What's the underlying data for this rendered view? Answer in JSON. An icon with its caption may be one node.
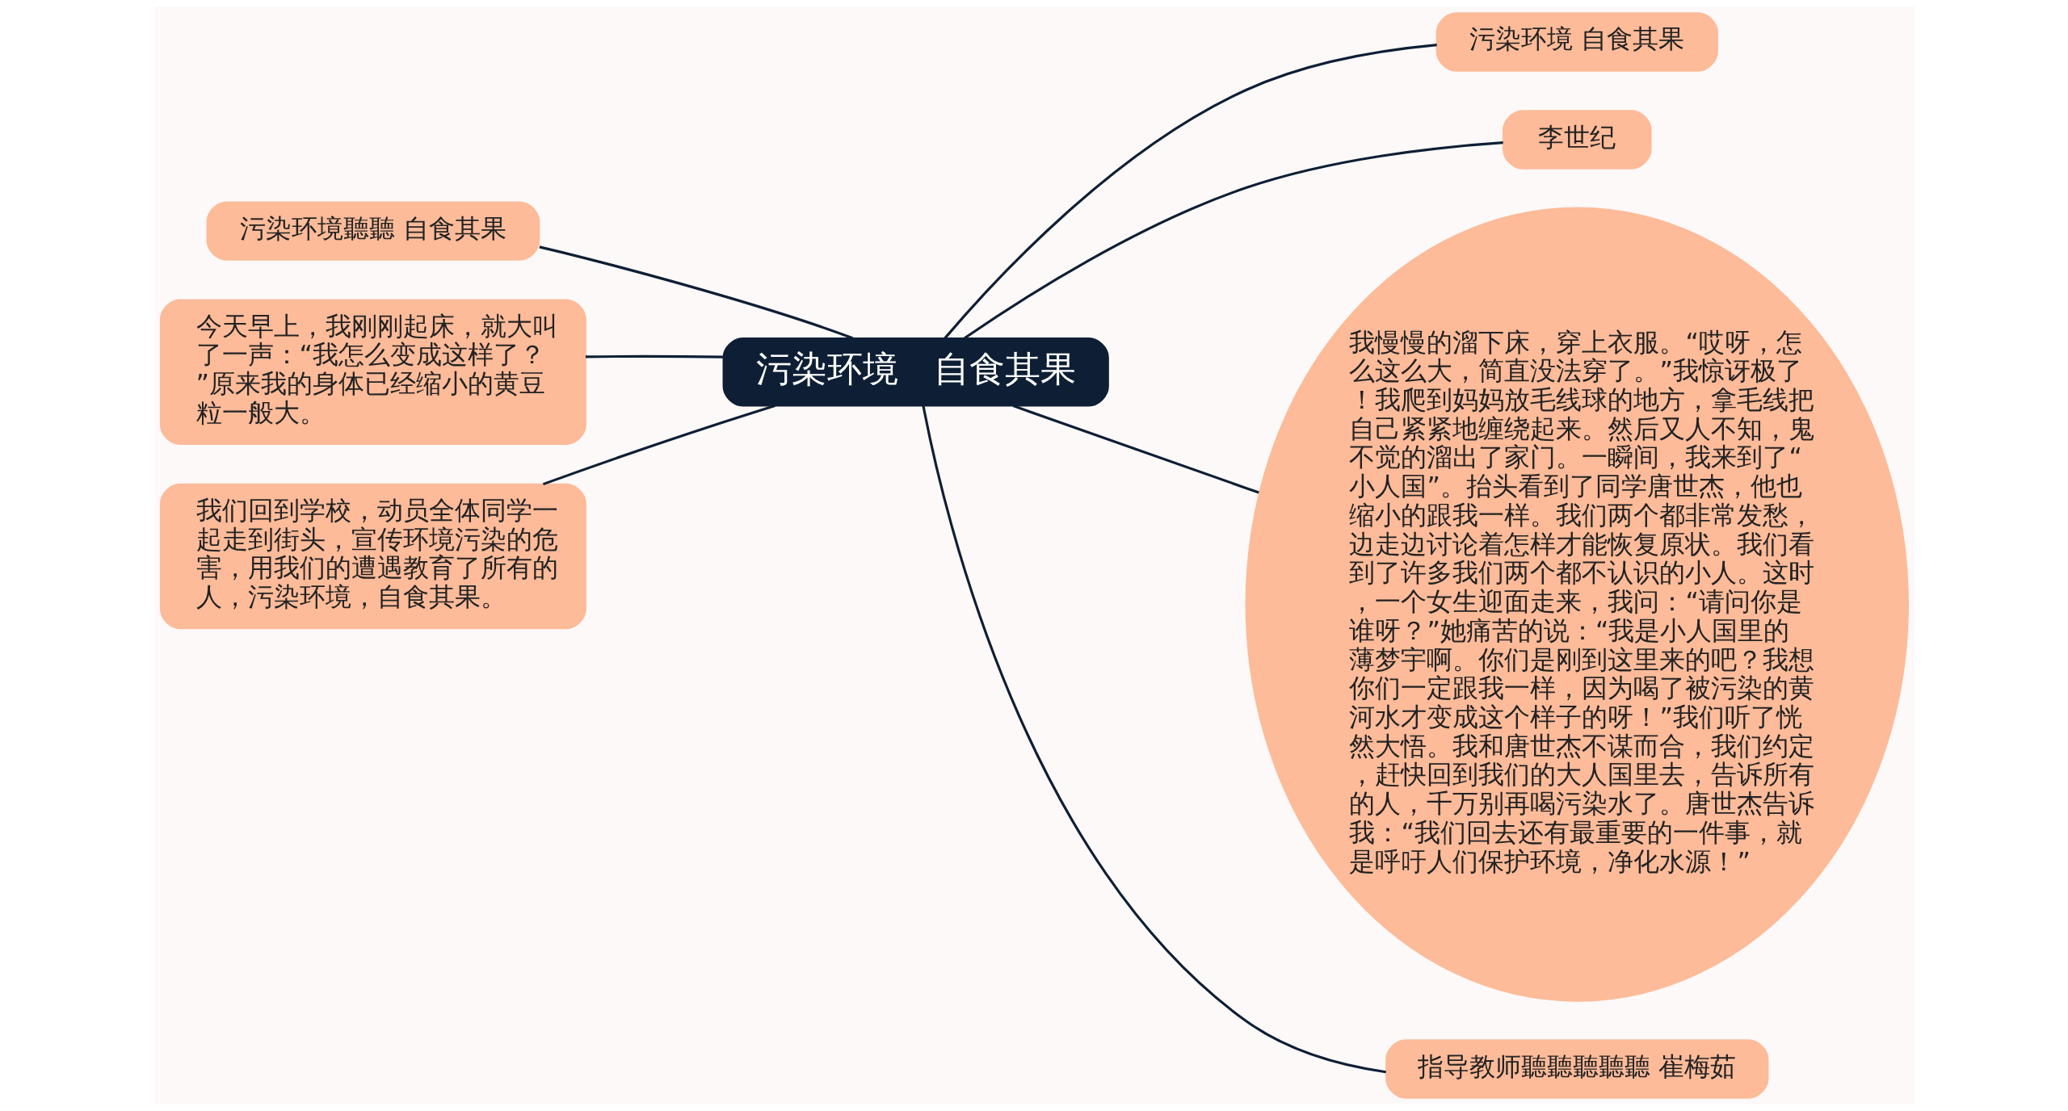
{
  "diagram": {
    "nodes": [
      {
        "text": [
          "污染环境　自食其果"
        ]
      },
      {
        "text": [
          "污染环境 自食其果"
        ]
      },
      {
        "text": [
          "李世纪"
        ]
      },
      {
        "text": [
          "我慢慢的溜下床，穿上衣服。“哎呀，怎么这么大，简直没法穿了。”我惊讶极了！我爬到妈妈放毛线球的地方，拿毛线把自己紧紧地缠绕起来。然后又人不知，鬼不觉的溜出了家门。一瞬间，我来到了“小人国”。抬头看到了同学唐世杰，他也缩小的跟我一样。我们两个都非常发愁，边走边讨论着怎样才能恢复原状。我们看到了许多我们两个都不认识的小人。这时，一个女生迎面走来，我问：“请问你是谁呀？”她痛苦的说：“我是小人国里的薄梦宇啊。你们是刚到这里来的吧？我想你们一定跟我一样，因为喝了被污染的黄河水才变成这个样子的呀！”我们听了恍然大悟。我和唐世杰不谋而合，我们约定，赶快回到我们的大人国里去，告诉所有的人，千万别再喝污染水了。唐世杰告诉我：“我们回去还有最重要的一件事，就是呼吁人们保护环境，净化水源！”"
        ]
      },
      {
        "text": [
          "指导教师聽聽聽聽聽 崔梅茹"
        ]
      },
      {
        "text": [
          "污染环境聽聽 自食其果"
        ]
      },
      {
        "text": [
          "今天早上，我刚刚起床，就大叫了一声：“我怎么变成这样了？”原来我的身体已经缩小的黄豆粒一般大。"
        ]
      },
      {
        "text": [
          "我们回到学校，动员全体同学一起走到街头，宣传环境污染的危害，用我们的遭遇教育了所有的人，污染环境，自食其果。"
        ]
      }
    ],
    "edges": [
      {
        "from": 0,
        "to": 1,
        "arrow": "none"
      },
      {
        "from": 0,
        "to": 2,
        "arrow": "none"
      },
      {
        "from": 0,
        "to": 3,
        "arrow": "none"
      },
      {
        "from": 0,
        "to": 4,
        "arrow": "none"
      },
      {
        "from": 0,
        "to": 5,
        "arrow": "none"
      },
      {
        "from": 0,
        "to": 6,
        "arrow": "none"
      },
      {
        "from": 0,
        "to": 7,
        "arrow": "none"
      }
    ]
  }
}
